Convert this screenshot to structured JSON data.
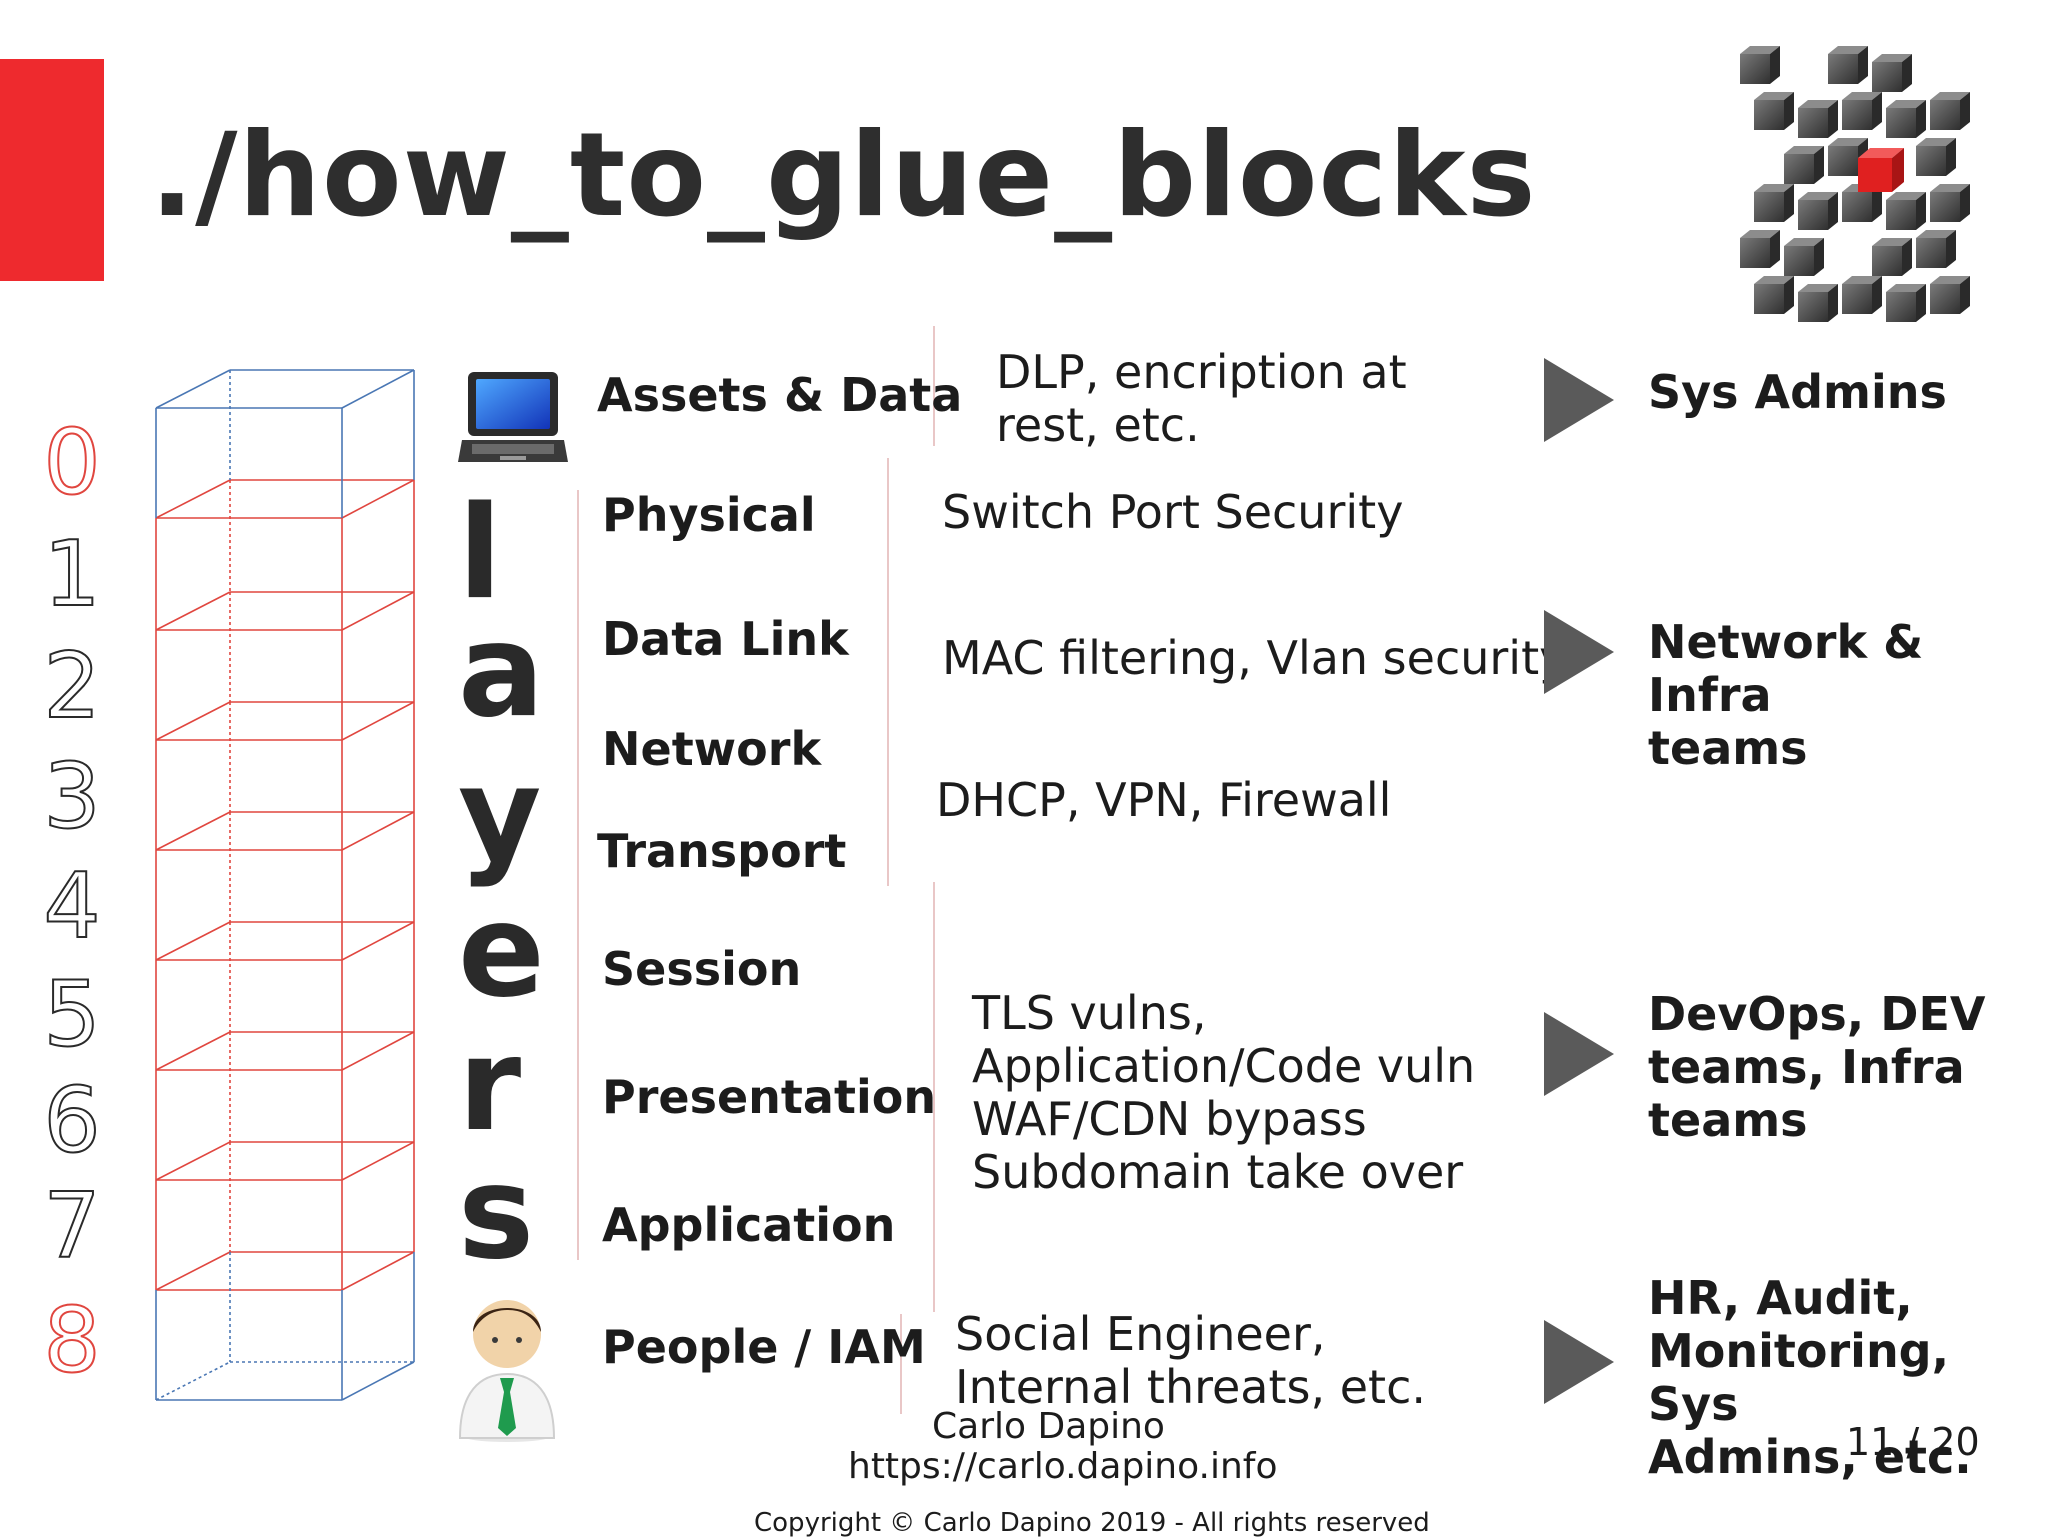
{
  "slide": {
    "title": "./how_to_glue_blocks",
    "layers_word": [
      "l",
      "a",
      "y",
      "e",
      "r",
      "s"
    ],
    "layer_numbers": [
      "0",
      "1",
      "2",
      "3",
      "4",
      "5",
      "6",
      "7",
      "8"
    ],
    "layers": [
      {
        "name": "Assets & Data"
      },
      {
        "name": "Physical"
      },
      {
        "name": "Data Link"
      },
      {
        "name": "Network"
      },
      {
        "name": "Transport"
      },
      {
        "name": "Session"
      },
      {
        "name": "Presentation"
      },
      {
        "name": "Application"
      },
      {
        "name": "People / IAM"
      }
    ],
    "controls": [
      {
        "text": "DLP, encription at\nrest, etc."
      },
      {
        "text": "Switch Port Security"
      },
      {
        "text": "MAC filtering, Vlan security"
      },
      {
        "text": "DHCP, VPN, Firewall"
      },
      {
        "text": "TLS vulns,\nApplication/Code vuln\nWAF/CDN bypass\nSubdomain take over"
      },
      {
        "text": "Social Engineer,\nInternal threats, etc."
      }
    ],
    "teams": [
      {
        "text": "Sys Admins"
      },
      {
        "text": "Network & Infra\nteams"
      },
      {
        "text": "DevOps, DEV\nteams, Infra\nteams"
      },
      {
        "text": "HR, Audit,\nMonitoring, Sys\nAdmins, etc."
      }
    ]
  },
  "footer": {
    "author": "Carlo Dapino",
    "url": "https://carlo.dapino.info",
    "page_indicator": "11 / 20",
    "copyright": "Copyright © Carlo Dapino 2019 - All rights reserved"
  },
  "colors": {
    "accent_red": "#ee2a2e",
    "box_blue": "#4a77b4",
    "box_red": "#e0463f",
    "arrow_gray": "#5a5a5a"
  },
  "icons": [
    "cube-cluster-icon",
    "laptop-icon",
    "person-icon",
    "play-arrow-icon"
  ]
}
